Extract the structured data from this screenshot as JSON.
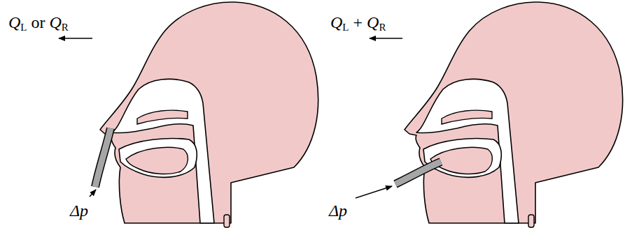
{
  "diagram": {
    "labels": [
      "QL or QR",
      "Δp",
      "QL + QR",
      "Δp"
    ]
  }
}
